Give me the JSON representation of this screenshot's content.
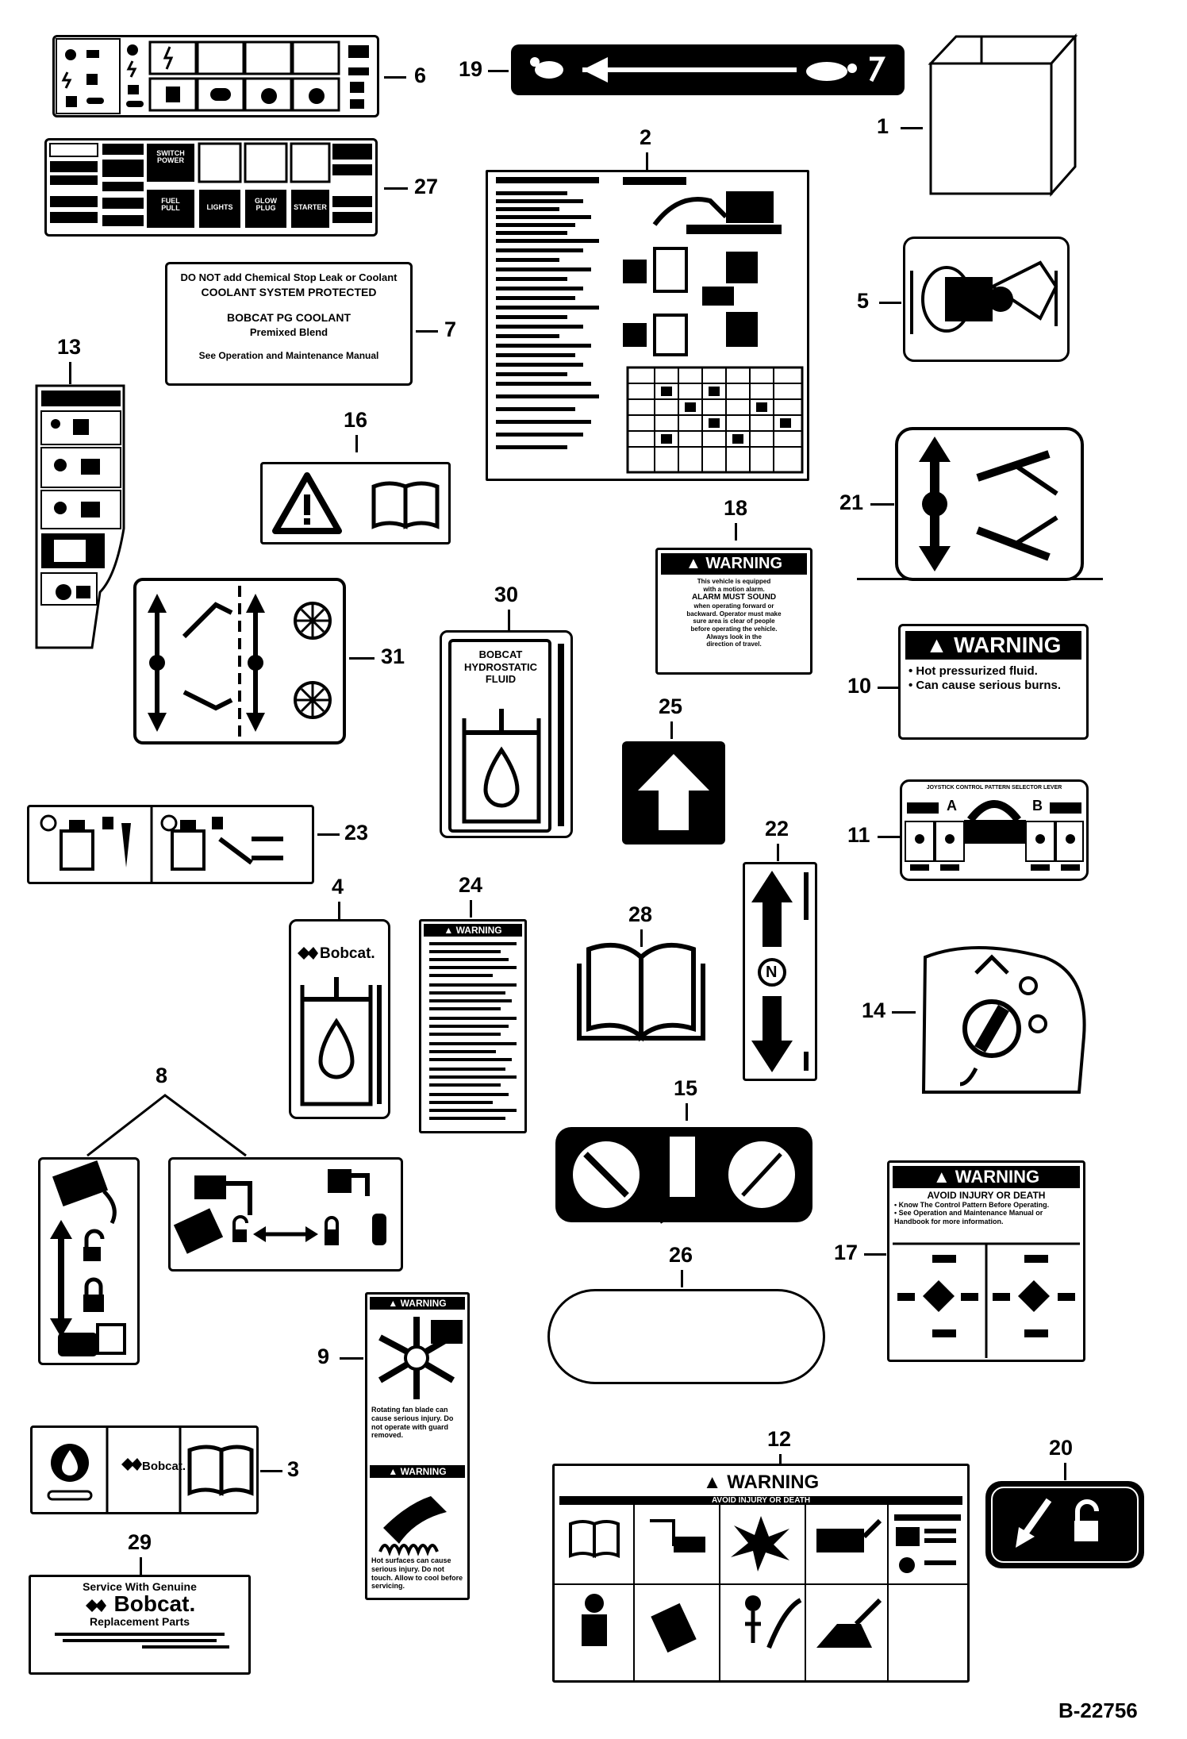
{
  "drawing_ref": "B-22756",
  "callouts": [
    "1",
    "2",
    "3",
    "4",
    "5",
    "6",
    "7",
    "8",
    "9",
    "10",
    "11",
    "12",
    "13",
    "14",
    "15",
    "16",
    "17",
    "18",
    "19",
    "20",
    "21",
    "22",
    "23",
    "24",
    "25",
    "26",
    "27",
    "28",
    "29",
    "30",
    "31"
  ],
  "decal_27": {
    "r1": "SWITCH",
    "r1b": "POWER",
    "b1": "FUEL",
    "b1b": "PULL",
    "b2": "LIGHTS",
    "b3": "GLOW",
    "b3b": "PLUG",
    "b4": "STARTER"
  },
  "decal_7": {
    "l1": "DO NOT add Chemical Stop Leak or Coolant",
    "l2": "COOLANT SYSTEM PROTECTED",
    "l3": "BOBCAT PG COOLANT",
    "l4": "Premixed Blend",
    "l5": "See Operation and Maintenance Manual"
  },
  "decal_30": {
    "l1": "BOBCAT",
    "l2": "HYDROSTATIC",
    "l3": "FLUID"
  },
  "decal_18": {
    "head": "WARNING",
    "l1": "This vehicle is equipped",
    "l2": "with a motion alarm.",
    "l3": "ALARM MUST SOUND",
    "l4": "when operating forward or",
    "l5": "backward. Operator must make",
    "l6": "sure area is clear of people",
    "l7": "before operating the vehicle.",
    "l8": "Always look in the",
    "l9": "direction of travel."
  },
  "decal_10": {
    "head": "WARNING",
    "b1": "Hot pressurized fluid.",
    "b2": "Can cause serious burns."
  },
  "decal_11": {
    "title": "JOYSTICK CONTROL PATTERN SELECTOR LEVER",
    "a": "A",
    "b": "B"
  },
  "decal_22": {
    "n": "N"
  },
  "decal_4": {
    "brand": "Bobcat."
  },
  "decal_24": {
    "head": "WARNING"
  },
  "decal_17": {
    "head": "WARNING",
    "sub": "AVOID INJURY OR DEATH",
    "b1": "Know The Control Pattern Before Operating.",
    "b2": "See Operation and Maintenance Manual or Handbook for more information."
  },
  "decal_9": {
    "head1": "WARNING",
    "t1": "Rotating fan blade can cause serious injury. Do not operate with guard removed.",
    "head2": "WARNING",
    "t2": "Hot surfaces can cause serious injury. Do not touch. Allow to cool before servicing."
  },
  "decal_3": {
    "brand": "Bobcat."
  },
  "decal_29": {
    "l1": "Service With Genuine",
    "brand": "Bobcat.",
    "l2": "Replacement Parts"
  },
  "decal_12": {
    "head": "WARNING",
    "sub": "AVOID INJURY OR DEATH"
  }
}
